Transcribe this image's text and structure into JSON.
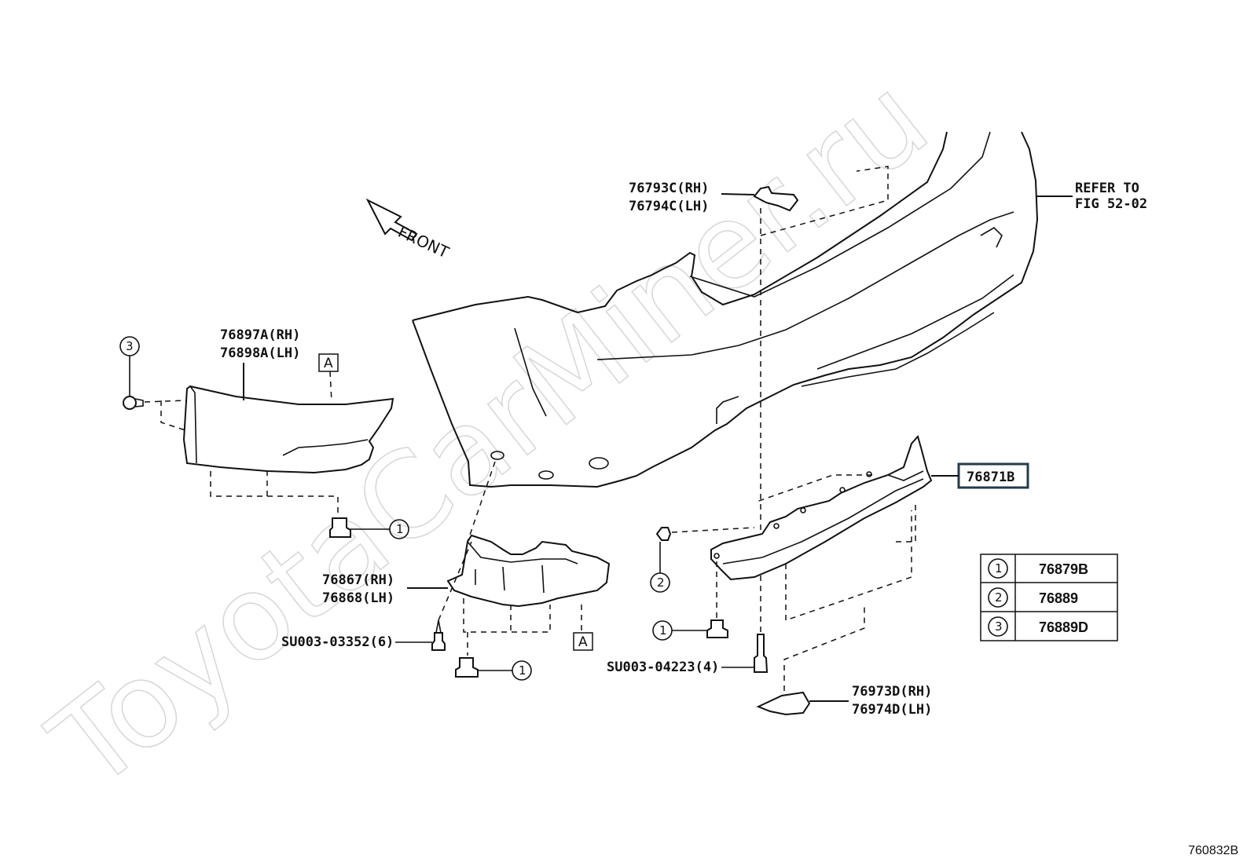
{
  "watermark": "ToyotaCarMiner.ru",
  "front_label": "FRONT",
  "refer": {
    "line1": "REFER TO",
    "line2": "FIG 52-02"
  },
  "labels": {
    "p76793": "76793C(RH)",
    "p76794": "76794C(LH)",
    "p76897": "76897A(RH)",
    "p76898": "76898A(LH)",
    "p76867": "76867(RH)",
    "p76868": "76868(LH)",
    "su1": "SU003-03352(6)",
    "su2": "SU003-04223(4)",
    "p76973": "76973D(RH)",
    "p76974": "76974D(LH)",
    "p76871": "76871B"
  },
  "ref_a": "A",
  "callouts": {
    "c1": "1",
    "c2": "2",
    "c3": "3"
  },
  "legend_table": [
    {
      "num": "1",
      "part": "76879B"
    },
    {
      "num": "2",
      "part": "76889"
    },
    {
      "num": "3",
      "part": "76889D"
    }
  ],
  "figure_code": "760832B"
}
